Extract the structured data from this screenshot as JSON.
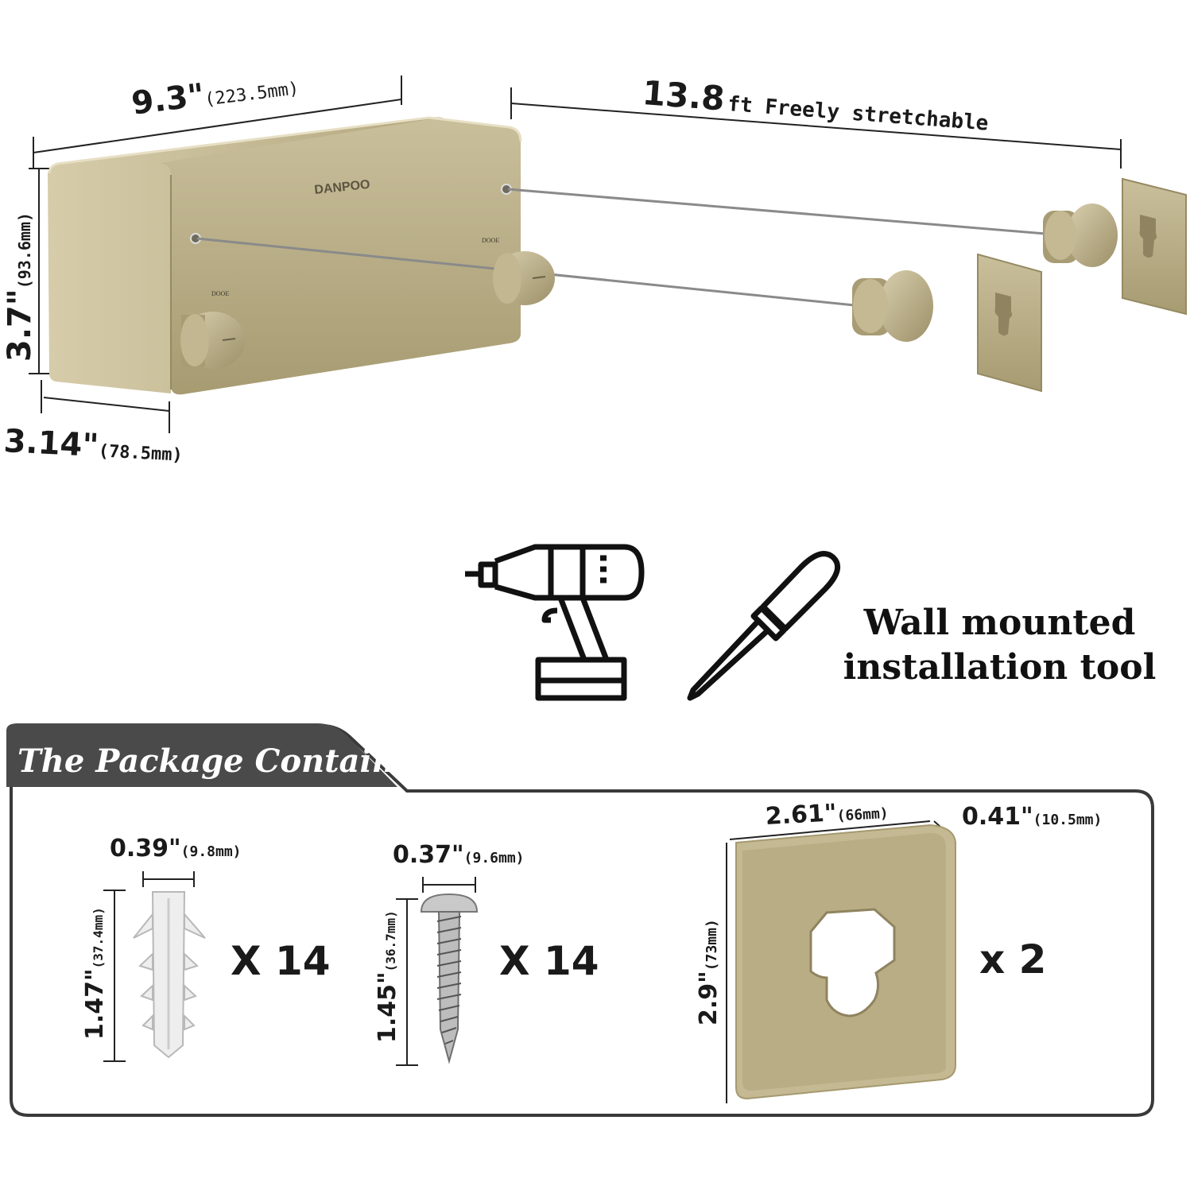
{
  "product": {
    "brand": "DANPOO",
    "knob_marking": "DOOE",
    "width_in": "9.3\"",
    "width_mm": "(223.5mm)",
    "height_in": "3.7\"",
    "height_mm": "(93.6mm)",
    "depth_in": "3.14\"",
    "depth_mm": "(78.5mm)",
    "stretch_value": "13.8",
    "stretch_unit": "ft Freely stretchable"
  },
  "tools": {
    "drill_icon": "drill-icon",
    "screwdriver_icon": "screwdriver-icon",
    "label_line1": "Wall mounted",
    "label_line2": "installation tool"
  },
  "package": {
    "title": "The Package Contains",
    "items": [
      {
        "icon": "wall-anchor-icon",
        "width_in": "0.39\"",
        "width_mm": "(9.8mm)",
        "height_in": "1.47\"",
        "height_mm": "(37.4mm)",
        "quantity": "X 14"
      },
      {
        "icon": "screw-icon",
        "width_in": "0.37\"",
        "width_mm": "(9.6mm)",
        "height_in": "1.45\"",
        "height_mm": "(36.7mm)",
        "quantity": "X 14"
      },
      {
        "icon": "mounting-plate-icon",
        "width_in": "2.61\"",
        "width_mm": "(66mm)",
        "thickness_in": "0.41\"",
        "thickness_mm": "(10.5mm)",
        "height_in": "2.9\"",
        "height_mm": "(73mm)",
        "quantity": "x 2"
      }
    ]
  },
  "colors": {
    "gold": "#b9ad86",
    "gold_dark": "#8f845f",
    "banner": "#4a4a4a",
    "border": "#444444"
  }
}
